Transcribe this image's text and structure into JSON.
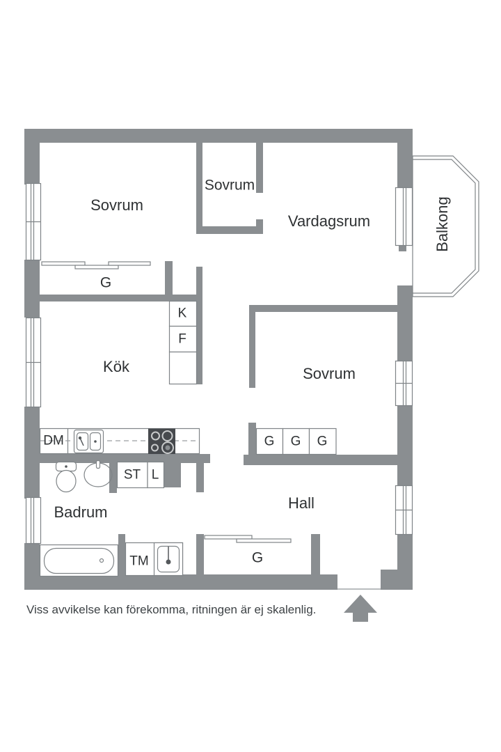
{
  "caption": "Viss avvikelse kan förekomma, ritningen är ej skalenlig.",
  "colors": {
    "wall": "#8a8e91",
    "outline": "#7f8487",
    "text": "#2e3133",
    "stove_dark": "#46494d"
  },
  "rooms": {
    "sovrum_left": "Sovrum",
    "sovrum_top": "Sovrum",
    "vardagsrum": "Vardagsrum",
    "balkong": "Balkong",
    "kok": "Kök",
    "sovrum_right": "Sovrum",
    "hall": "Hall",
    "badrum": "Badrum"
  },
  "fixtures": {
    "g_bedroom": "G",
    "g_hall": "G",
    "g1": "G",
    "g2": "G",
    "g3": "G",
    "k": "K",
    "f": "F",
    "dm": "DM",
    "st": "ST",
    "l": "L",
    "tm": "TM"
  }
}
